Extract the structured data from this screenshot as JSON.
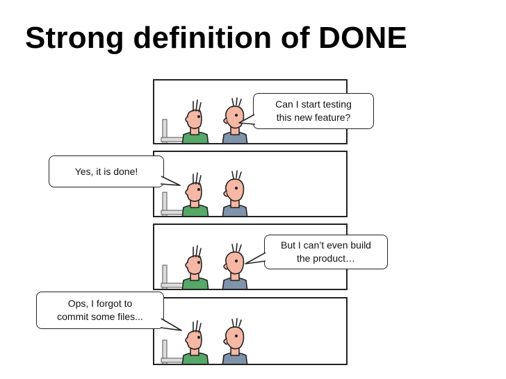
{
  "slide": {
    "title": "Strong definition of DONE"
  },
  "comic": {
    "panels": [
      {
        "speaker": "tester",
        "lines": [
          "Can I start testing",
          "this new feature?"
        ]
      },
      {
        "speaker": "developer",
        "lines": [
          "Yes, it is done!"
        ]
      },
      {
        "speaker": "tester",
        "lines": [
          "But I can’t even build",
          "the product…"
        ]
      },
      {
        "speaker": "developer",
        "lines": [
          "Ops, I forgot to",
          "commit some files..."
        ]
      }
    ]
  },
  "colors": {
    "developer_shirt": "#55a868",
    "tester_shirt": "#7f93ab",
    "skin": "#f6b7a4",
    "outline": "#222222"
  },
  "icons": [
    "developer-figure-icon",
    "tester-figure-icon",
    "desk-phone-icon"
  ]
}
